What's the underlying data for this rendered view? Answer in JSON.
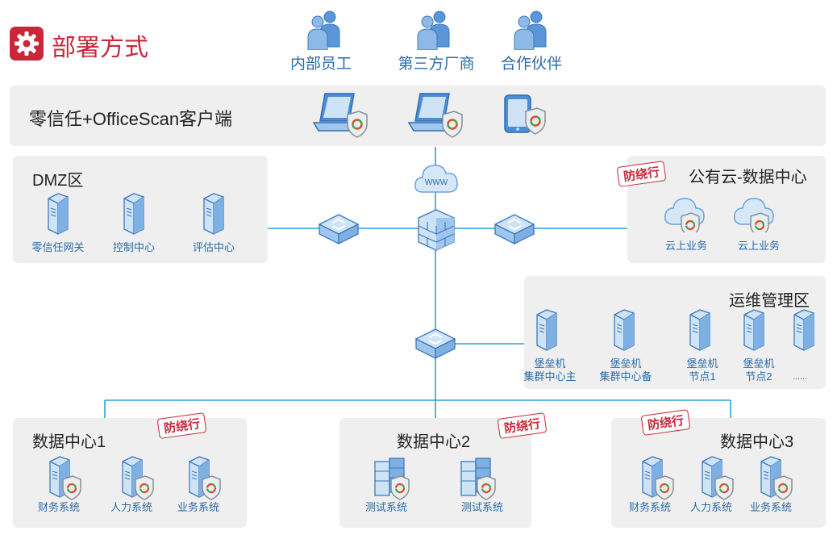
{
  "header": {
    "title": "部署方式",
    "icon": "gear-icon"
  },
  "users": [
    "内部员工",
    "第三方厂商",
    "合作伙伴"
  ],
  "client_band": {
    "title": "零信任+OfficeScan客户端"
  },
  "internet": {
    "label": "WWW"
  },
  "dmz": {
    "title": "DMZ区",
    "servers": [
      "零信任网关",
      "控制中心",
      "评估中心"
    ]
  },
  "public_cloud": {
    "title": "公有云-数据中心",
    "stamp": "防绕行",
    "items": [
      "云上业务",
      "云上业务"
    ]
  },
  "ops": {
    "title": "运维管理区",
    "items": [
      [
        "堡垒机",
        "集群中心主"
      ],
      [
        "堡垒机",
        "集群中心备"
      ],
      [
        "堡垒机",
        "节点1"
      ],
      [
        "堡垒机",
        "节点2"
      ],
      [
        "",
        ""
      ]
    ],
    "more": "......"
  },
  "datacenters": [
    {
      "title": "数据中心1",
      "stamp": "防绕行",
      "systems": [
        "财务系统",
        "人力系统",
        "业务系统"
      ]
    },
    {
      "title": "数据中心2",
      "stamp": "防绕行",
      "systems": [
        "测试系统",
        "测试系统"
      ]
    },
    {
      "title": "数据中心3",
      "stamp": "防绕行",
      "systems": [
        "财务系统",
        "人力系统",
        "业务系统"
      ]
    }
  ],
  "colors": {
    "accent": "#c8283a",
    "device_blue": "#4a8fd6",
    "line": "#2f9fd0",
    "panel": "#efefef"
  }
}
